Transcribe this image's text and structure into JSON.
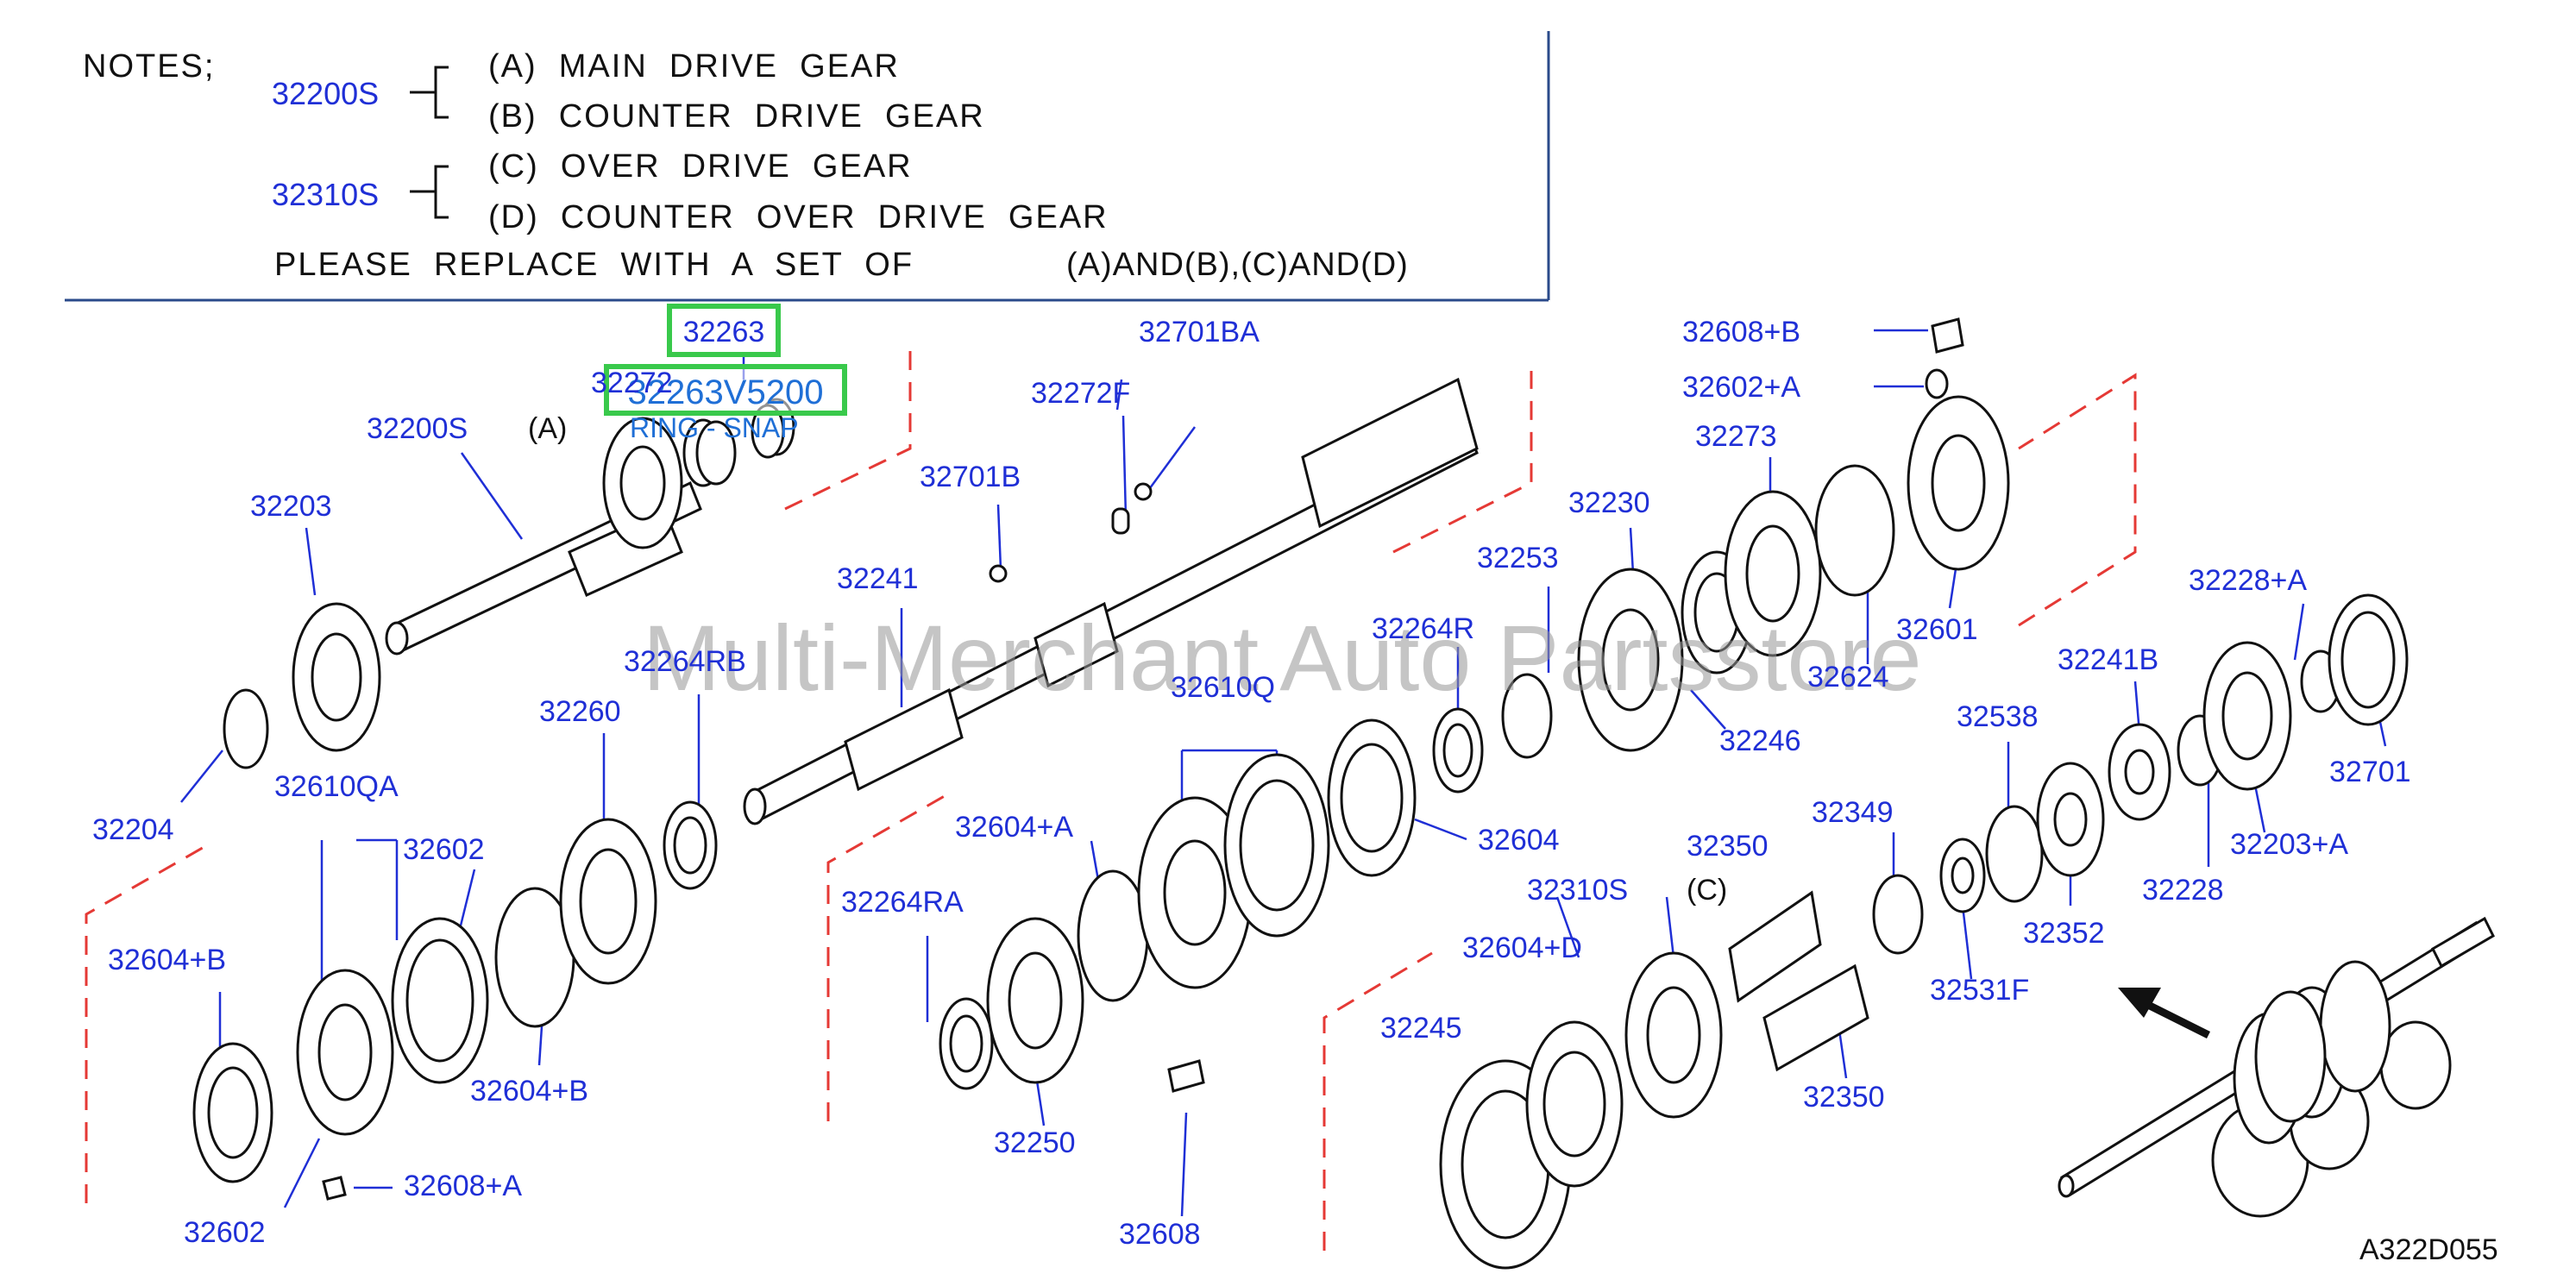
{
  "notes": {
    "header": "NOTES;",
    "code_1": "32200S",
    "line_a": "(A)  MAIN  DRIVE  GEAR",
    "line_b": "(B)  COUNTER  DRIVE  GEAR",
    "code_2": "32310S",
    "line_c": "(C)  OVER  DRIVE  GEAR",
    "line_d": "(D)  COUNTER  OVER  DRIVE  GEAR",
    "replace_text": "PLEASE  REPLACE  WITH  A  SET  OF",
    "replace_sets": "(A)AND(B),(C)AND(D)"
  },
  "highlight": {
    "top_code": "32263",
    "part_number": "32263V5200",
    "caption": "RING - SNAP"
  },
  "watermark": "Multi-Merchant Auto Partsstore",
  "diagram_id": "A322D055",
  "labels": [
    {
      "id": "p32272",
      "text": "32272"
    },
    {
      "id": "p32200S",
      "text": "32200S"
    },
    {
      "id": "pA",
      "text": "(A)"
    },
    {
      "id": "p32203",
      "text": "32203"
    },
    {
      "id": "p32204",
      "text": "32204"
    },
    {
      "id": "p32610QA",
      "text": "32610QA"
    },
    {
      "id": "p32602a",
      "text": "32602"
    },
    {
      "id": "p32604B",
      "text": "32604+B"
    },
    {
      "id": "p32604B2",
      "text": "32604+B"
    },
    {
      "id": "p32602b",
      "text": "32602"
    },
    {
      "id": "p32608A",
      "text": "32608+A"
    },
    {
      "id": "p32260",
      "text": "32260"
    },
    {
      "id": "p32264RB",
      "text": "32264RB"
    },
    {
      "id": "p32241",
      "text": "32241"
    },
    {
      "id": "p32701B",
      "text": "32701B"
    },
    {
      "id": "p32272F",
      "text": "32272F"
    },
    {
      "id": "p32701BA",
      "text": "32701BA"
    },
    {
      "id": "p32604A",
      "text": "32604+A"
    },
    {
      "id": "p32264RA",
      "text": "32264RA"
    },
    {
      "id": "p32250",
      "text": "32250"
    },
    {
      "id": "p32608",
      "text": "32608"
    },
    {
      "id": "p32610Q",
      "text": "32610Q"
    },
    {
      "id": "p32264R",
      "text": "32264R"
    },
    {
      "id": "p32604",
      "text": "32604"
    },
    {
      "id": "p32253",
      "text": "32253"
    },
    {
      "id": "p32230",
      "text": "32230"
    },
    {
      "id": "p32246",
      "text": "32246"
    },
    {
      "id": "p32273",
      "text": "32273"
    },
    {
      "id": "p32624",
      "text": "32624"
    },
    {
      "id": "p32601",
      "text": "32601"
    },
    {
      "id": "p32608B",
      "text": "32608+B"
    },
    {
      "id": "p32602A",
      "text": "32602+A"
    },
    {
      "id": "p32310S",
      "text": "32310S"
    },
    {
      "id": "pC",
      "text": "(C)"
    },
    {
      "id": "p32604D",
      "text": "32604+D"
    },
    {
      "id": "p32245",
      "text": "32245"
    },
    {
      "id": "p32350a",
      "text": "32350"
    },
    {
      "id": "p32350b",
      "text": "32350"
    },
    {
      "id": "p32349",
      "text": "32349"
    },
    {
      "id": "p32531F",
      "text": "32531F"
    },
    {
      "id": "p32538",
      "text": "32538"
    },
    {
      "id": "p32352",
      "text": "32352"
    },
    {
      "id": "p32241B",
      "text": "32241B"
    },
    {
      "id": "p32228",
      "text": "32228"
    },
    {
      "id": "p32228A",
      "text": "32228+A"
    },
    {
      "id": "p32203A",
      "text": "32203+A"
    },
    {
      "id": "p32701",
      "text": "32701"
    }
  ]
}
